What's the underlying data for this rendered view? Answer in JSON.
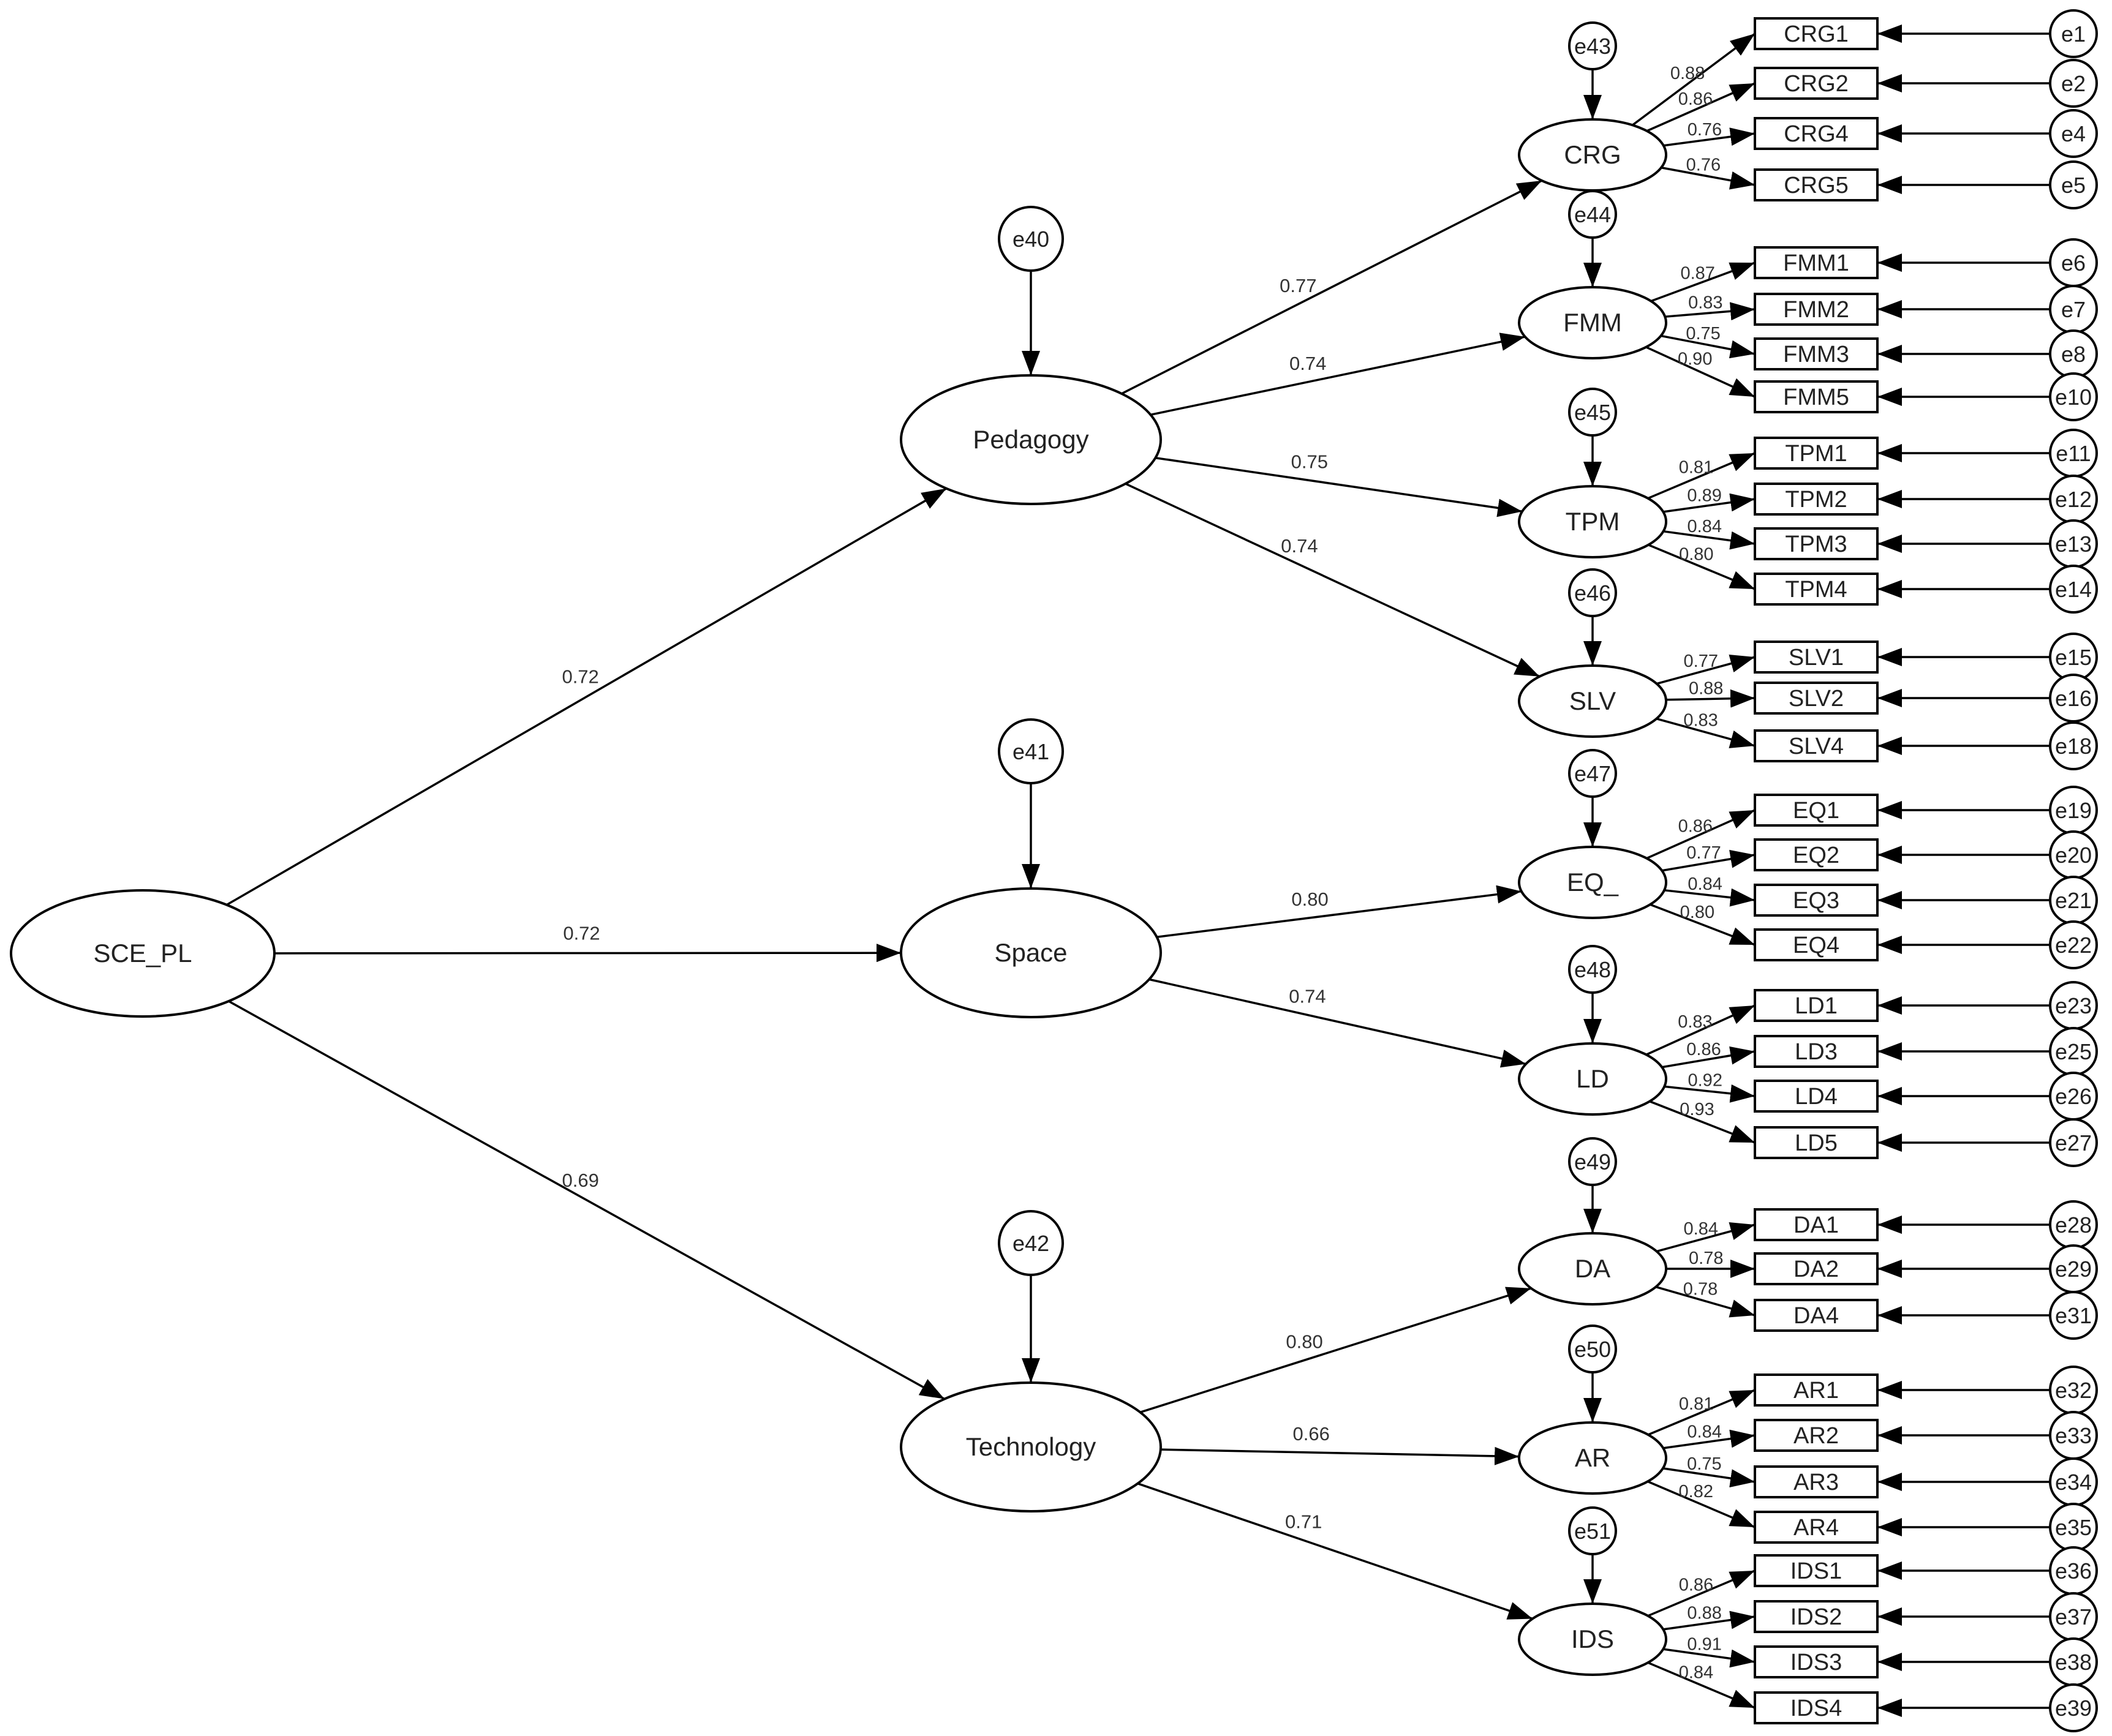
{
  "diagram": {
    "root": {
      "label": "SCE_PL"
    },
    "second_order": [
      {
        "label": "Pedagogy",
        "error": "e40",
        "loading": "0.72",
        "factors": [
          {
            "label": "CRG",
            "error": "e43",
            "loading": "0.77",
            "items": [
              {
                "label": "CRG1",
                "error": "e1",
                "loading": "0.88"
              },
              {
                "label": "CRG2",
                "error": "e2",
                "loading": "0.86"
              },
              {
                "label": "CRG4",
                "error": "e4",
                "loading": "0.76"
              },
              {
                "label": "CRG5",
                "error": "e5",
                "loading": "0.76"
              }
            ]
          },
          {
            "label": "FMM",
            "error": "e44",
            "loading": "0.74",
            "items": [
              {
                "label": "FMM1",
                "error": "e6",
                "loading": "0.87"
              },
              {
                "label": "FMM2",
                "error": "e7",
                "loading": "0.83"
              },
              {
                "label": "FMM3",
                "error": "e8",
                "loading": "0.75"
              },
              {
                "label": "FMM5",
                "error": "e10",
                "loading": "0.90"
              }
            ]
          },
          {
            "label": "TPM",
            "error": "e45",
            "loading": "0.75",
            "items": [
              {
                "label": "TPM1",
                "error": "e11",
                "loading": "0.81"
              },
              {
                "label": "TPM2",
                "error": "e12",
                "loading": "0.89"
              },
              {
                "label": "TPM3",
                "error": "e13",
                "loading": "0.84"
              },
              {
                "label": "TPM4",
                "error": "e14",
                "loading": "0.80"
              }
            ]
          },
          {
            "label": "SLV",
            "error": "e46",
            "loading": "0.74",
            "items": [
              {
                "label": "SLV1",
                "error": "e15",
                "loading": "0.77"
              },
              {
                "label": "SLV2",
                "error": "e16",
                "loading": "0.88"
              },
              {
                "label": "SLV4",
                "error": "e18",
                "loading": "0.83"
              }
            ]
          }
        ]
      },
      {
        "label": "Space",
        "error": "e41",
        "loading": "0.72",
        "factors": [
          {
            "label": "EQ_",
            "error": "e47",
            "loading": "0.80",
            "items": [
              {
                "label": "EQ1",
                "error": "e19",
                "loading": "0.86"
              },
              {
                "label": "EQ2",
                "error": "e20",
                "loading": "0.77"
              },
              {
                "label": "EQ3",
                "error": "e21",
                "loading": "0.84"
              },
              {
                "label": "EQ4",
                "error": "e22",
                "loading": "0.80"
              }
            ]
          },
          {
            "label": "LD",
            "error": "e48",
            "loading": "0.74",
            "items": [
              {
                "label": "LD1",
                "error": "e23",
                "loading": "0.83"
              },
              {
                "label": "LD3",
                "error": "e25",
                "loading": "0.86"
              },
              {
                "label": "LD4",
                "error": "e26",
                "loading": "0.92"
              },
              {
                "label": "LD5",
                "error": "e27",
                "loading": "0.93"
              }
            ]
          }
        ]
      },
      {
        "label": "Technology",
        "error": "e42",
        "loading": "0.69",
        "factors": [
          {
            "label": "DA",
            "error": "e49",
            "loading": "0.80",
            "items": [
              {
                "label": "DA1",
                "error": "e28",
                "loading": "0.84"
              },
              {
                "label": "DA2",
                "error": "e29",
                "loading": "0.78"
              },
              {
                "label": "DA4",
                "error": "e31",
                "loading": "0.78"
              }
            ]
          },
          {
            "label": "AR",
            "error": "e50",
            "loading": "0.66",
            "items": [
              {
                "label": "AR1",
                "error": "e32",
                "loading": "0.81"
              },
              {
                "label": "AR2",
                "error": "e33",
                "loading": "0.84"
              },
              {
                "label": "AR3",
                "error": "e34",
                "loading": "0.75"
              },
              {
                "label": "AR4",
                "error": "e35",
                "loading": "0.82"
              }
            ]
          },
          {
            "label": "IDS",
            "error": "e51",
            "loading": "0.71",
            "items": [
              {
                "label": "IDS1",
                "error": "e36",
                "loading": "0.86"
              },
              {
                "label": "IDS2",
                "error": "e37",
                "loading": "0.88"
              },
              {
                "label": "IDS3",
                "error": "e38",
                "loading": "0.91"
              },
              {
                "label": "IDS4",
                "error": "e39",
                "loading": "0.84"
              }
            ]
          }
        ]
      }
    ]
  }
}
